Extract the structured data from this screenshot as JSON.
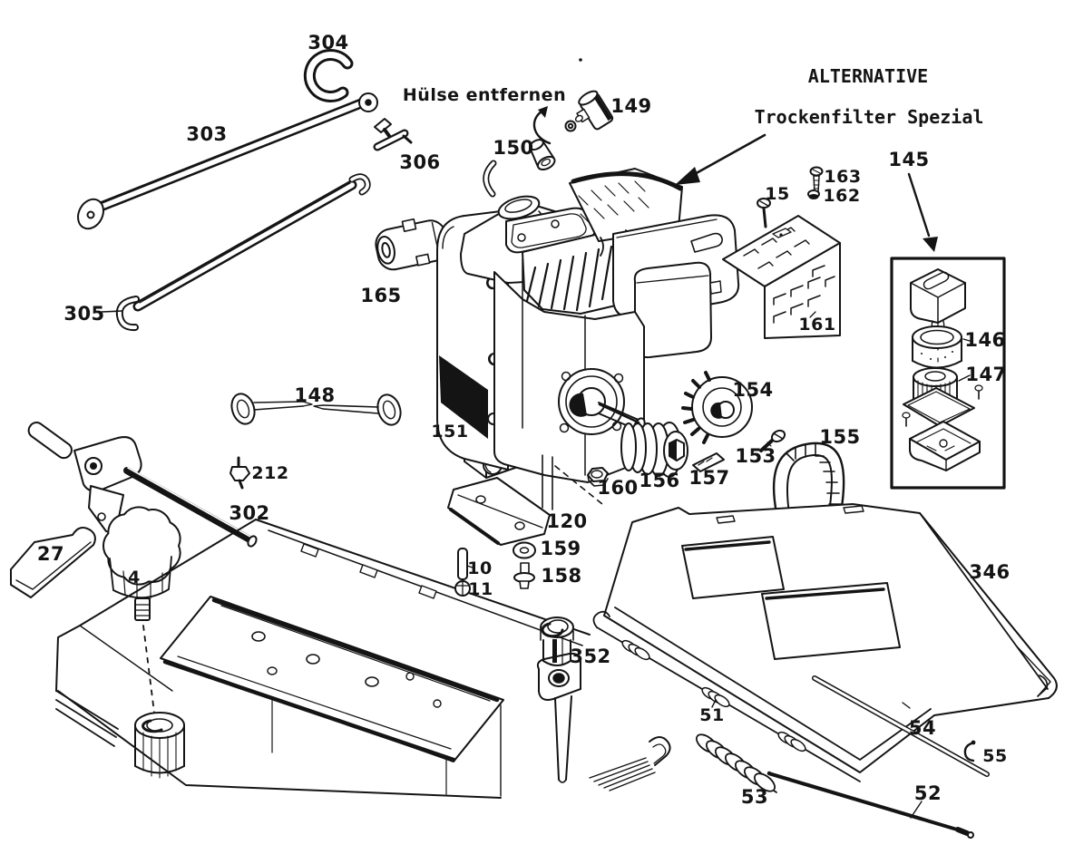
{
  "page": {
    "type": "exploded-parts-diagram",
    "language": "de",
    "background": "#ffffff",
    "ink": "#141414"
  },
  "annotations": {
    "alternative": "ALTERNATIVE",
    "trockenfilter": "Trockenfilter Spezial",
    "huelse": "Hülse entfernen"
  },
  "part_labels": {
    "p4": "4",
    "p10": "10",
    "p11": "11",
    "p15": "15",
    "p27": "27",
    "p51": "51",
    "p52": "52",
    "p53": "53",
    "p54": "54",
    "p55": "55",
    "p120": "120",
    "p145": "145",
    "p146": "146",
    "p147": "147",
    "p148": "148",
    "p149": "149",
    "p150": "150",
    "p151": "151",
    "p153": "153",
    "p154": "154",
    "p155": "155",
    "p156": "156",
    "p157": "157",
    "p158": "158",
    "p159": "159",
    "p160": "160",
    "p161": "161",
    "p162": "162",
    "p163": "163",
    "p165": "165",
    "p212": "212",
    "p302": "302",
    "p303": "303",
    "p304": "304",
    "p305": "305",
    "p306": "306",
    "p346": "346",
    "p352": "352"
  }
}
